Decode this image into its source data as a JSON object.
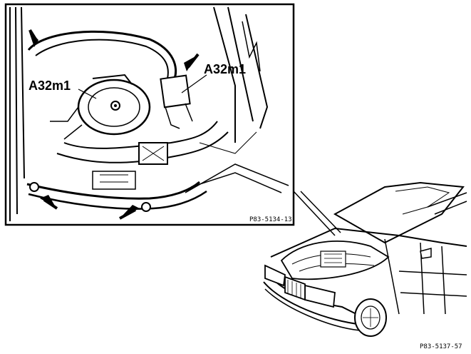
{
  "figure": {
    "inset_labels": [
      "A32m1",
      "A32m1"
    ],
    "inset_reference": "P83-5134-13",
    "figure_reference": "P83-5137-57"
  }
}
